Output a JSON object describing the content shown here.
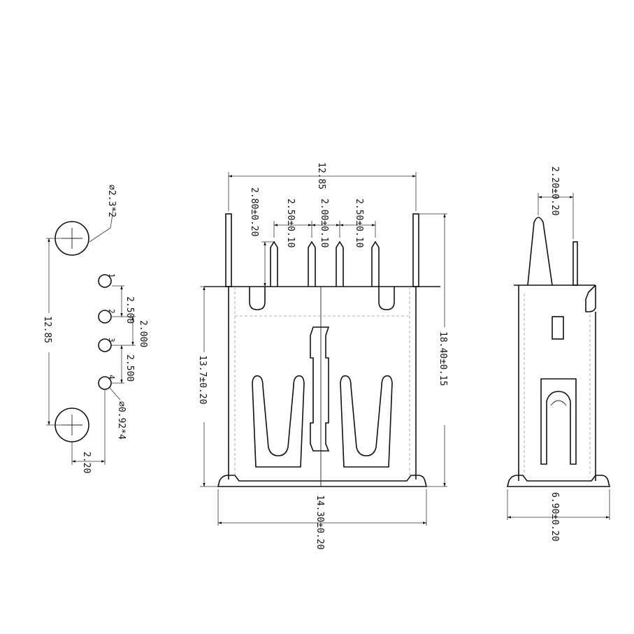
{
  "footprint": {
    "big_hole_dia": "∅2.3*2",
    "small_hole_dia": "∅0.92*4",
    "pin_labels": [
      "1",
      "2",
      "3",
      "4"
    ],
    "pitch_outer_1": "2.500",
    "pitch_center": "2.000",
    "pitch_outer_2": "2.500",
    "hole_spacing": "12.85",
    "offset": "2.20"
  },
  "front_view": {
    "overall_width_top": "12.85",
    "pin_height": "2.80±0.20",
    "pin_pitch_1": "2.50±0.10",
    "pin_pitch_2": "2.00±0.10",
    "pin_pitch_3": "2.50±0.10",
    "height_right": "18.40±0.15",
    "height_left": "13.7±0.20",
    "width_bottom": "14.30±0.20"
  },
  "side_view": {
    "tab_width": "2.20±0.20",
    "depth": "6.90±0.20"
  }
}
